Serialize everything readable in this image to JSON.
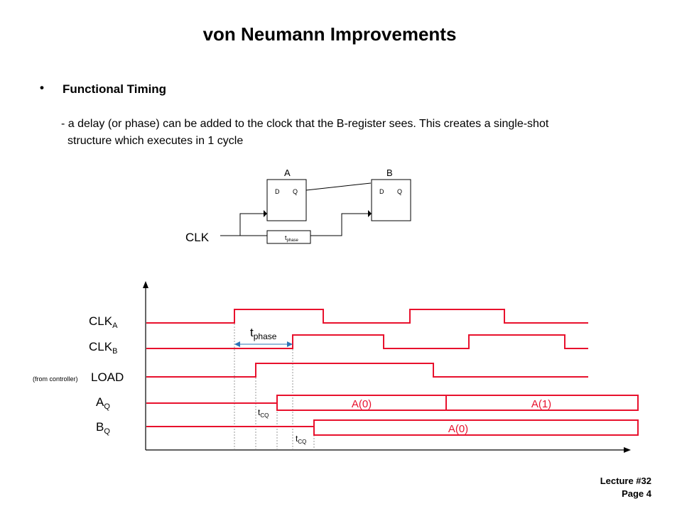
{
  "title": "von Neumann Improvements",
  "bullet": {
    "heading": "Functional Timing",
    "line1": "- a delay (or phase) can be added to the clock that the B-register sees.  This creates a single-shot",
    "line2": "structure which executes in 1 cycle"
  },
  "circuit": {
    "reg_a_label": "A",
    "reg_b_label": "B",
    "d": "D",
    "q": "Q",
    "clk_label": "CLK",
    "delay_t": "t",
    "delay_sub": "phase"
  },
  "timing": {
    "clka": {
      "main": "CLK",
      "sub": "A"
    },
    "clkb": {
      "main": "CLK",
      "sub": "B"
    },
    "load_prefix": "(from controller)",
    "load": "LOAD",
    "aq": {
      "main": "A",
      "sub": "Q"
    },
    "bq": {
      "main": "B",
      "sub": "Q"
    },
    "tphase": {
      "main": "t",
      "sub": "phase"
    },
    "tcq1": {
      "main": "t",
      "sub": "CQ"
    },
    "tcq2": {
      "main": "t",
      "sub": "CQ"
    },
    "aq_seg1": "A(0)",
    "aq_seg2": "A(1)",
    "bq_seg1": "A(0)"
  },
  "colors": {
    "signal": "#e8112d",
    "axis": "#000000",
    "guide": "#808080"
  },
  "footer": {
    "lecture": "Lecture #32",
    "page": "Page 4"
  }
}
